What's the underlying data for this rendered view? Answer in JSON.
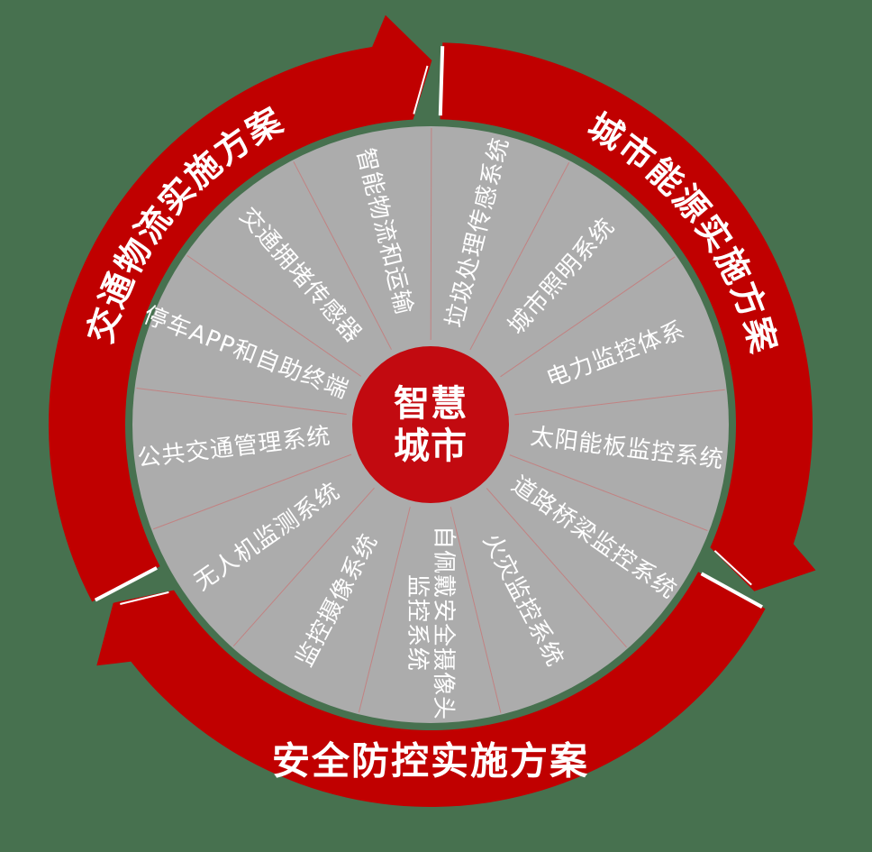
{
  "colors": {
    "background": "#47714F",
    "ring_red": "#C00000",
    "center_red": "#C20A10",
    "disc_gray": "#ACACAC",
    "divider_pink": "#C47E7E",
    "gap_line_white": "#FFFFFF",
    "text_white": "#FFFFFF"
  },
  "center": {
    "label": "智慧\n城市"
  },
  "ring": {
    "segments": [
      {
        "label": "交通物流实施方案"
      },
      {
        "label": "城市能源实施方案"
      },
      {
        "label": "安全防控实施方案"
      }
    ]
  },
  "spokes": [
    {
      "label": "垃圾处理传感系统"
    },
    {
      "label": "城市照明系统"
    },
    {
      "label": "电力监控体系"
    },
    {
      "label": "太阳能板监控系统"
    },
    {
      "label": "道路桥梁监控系统"
    },
    {
      "label": "火灾监控系统"
    },
    {
      "label": "自佩戴安全摄像头\n监控系统"
    },
    {
      "label": "监控摄像系统"
    },
    {
      "label": "无人机监测系统"
    },
    {
      "label": "公共交通管理系统"
    },
    {
      "label": "停车APP和自助终端"
    },
    {
      "label": "交通拥堵传感器"
    },
    {
      "label": "智能物流和运输"
    }
  ]
}
